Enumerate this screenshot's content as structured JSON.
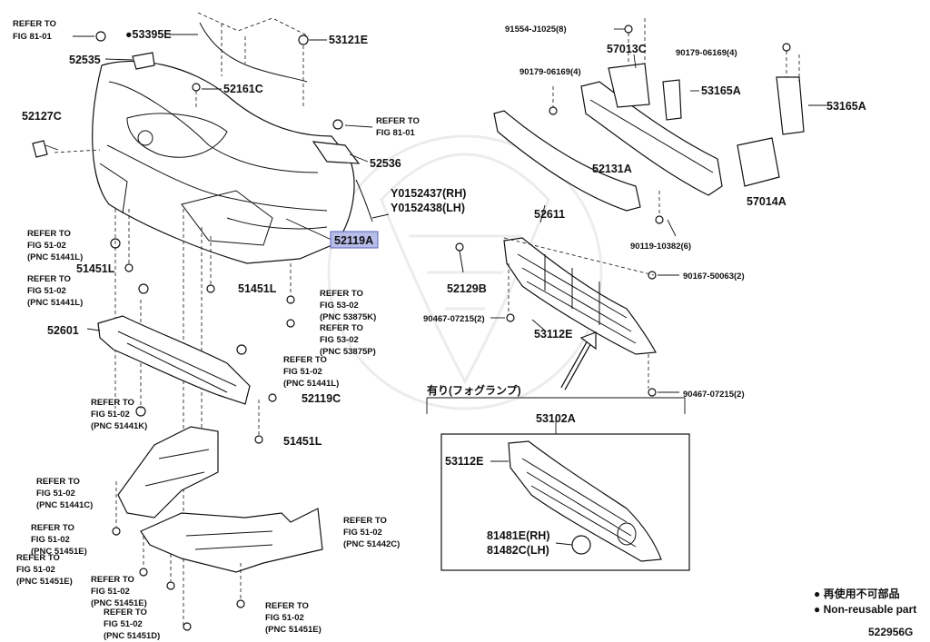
{
  "labels": {
    "refer_fig81_top": [
      "REFER TO",
      "FIG 81-01"
    ],
    "p53395e": "●53395E",
    "p53121e": "53121E",
    "p52535": "52535",
    "p52161c": "52161C",
    "p52127c": "52127C",
    "refer_fig81_right": [
      "REFER TO",
      "FIG 81-01"
    ],
    "p52536": "52536",
    "y0152437": "Y0152437(RH)",
    "y0152438": "Y0152438(LH)",
    "p52119a": "52119A",
    "refer_51441l_a": [
      "REFER TO",
      "FIG 51-02",
      "(PNC 51441L)"
    ],
    "p51451l_a": "51451L",
    "refer_51441l_b": [
      "REFER TO",
      "FIG 51-02",
      "(PNC 51441L)"
    ],
    "p51451l_b": "51451L",
    "refer_53875k": [
      "REFER TO",
      "FIG 53-02",
      "(PNC 53875K)"
    ],
    "refer_53875p": [
      "REFER TO",
      "FIG 53-02",
      "(PNC 53875P)"
    ],
    "p52601": "52601",
    "refer_51441l_c": [
      "REFER TO",
      "FIG 51-02",
      "(PNC 51441L)"
    ],
    "p52119c": "52119C",
    "refer_51441k": [
      "REFER TO",
      "FIG 51-02",
      "(PNC 51441K)"
    ],
    "p51451l_c": "51451L",
    "refer_51441c": [
      "REFER TO",
      "FIG 51-02",
      "(PNC 51441C)"
    ],
    "refer_51442c": [
      "REFER TO",
      "FIG 51-02",
      "(PNC 51442C)"
    ],
    "refer_51451e_a": [
      "REFER TO",
      "FIG 51-02",
      "(PNC 51451E)"
    ],
    "refer_51451e_b": [
      "REFER TO",
      "FIG 51-02",
      "(PNC 51451E)"
    ],
    "refer_51451e_c": [
      "REFER TO",
      "FIG 51-02",
      "(PNC 51451E)"
    ],
    "refer_51451e_d": [
      "REFER TO",
      "FIG 51-02",
      "(PNC 51451E)"
    ],
    "refer_51451d": [
      "REFER TO",
      "FIG 51-02",
      "(PNC 51451D)"
    ],
    "p91554": "91554-J1025(8)",
    "p57013c": "57013C",
    "p90179_a": "90179-06169(4)",
    "p90179_b": "90179-06169(4)",
    "p53165a_a": "53165A",
    "p53165a_b": "53165A",
    "p52131a": "52131A",
    "p52611": "52611",
    "p57014a": "57014A",
    "p90119": "90119-10382(6)",
    "p90167": "90167-50063(2)",
    "p52129b": "52129B",
    "p90467_a": "90467-07215(2)",
    "p53112e_a": "53112E",
    "p90467_b": "90467-07215(2)",
    "fog_note": "有り(フォグランプ)",
    "p53102a": "53102A",
    "p53112e_b": "53112E",
    "p81481e": "81481E(RH)",
    "p81482c": "81482C(LH)"
  },
  "legend": {
    "jp": "● 再使用不可部品",
    "en": "● Non-reusable part"
  },
  "figure_id": "522956G",
  "colors": {
    "highlight_fill": "#b7bde8",
    "highlight_border": "#5a62b8",
    "line": "#111111"
  }
}
